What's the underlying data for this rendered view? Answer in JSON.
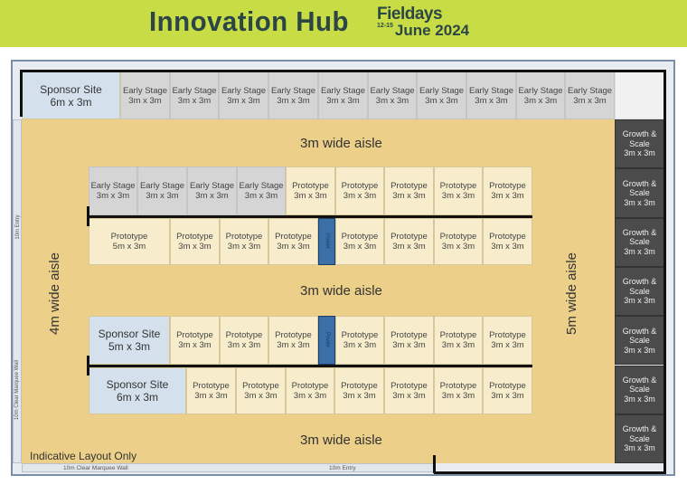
{
  "header": {
    "title": "Innovation Hub",
    "logo": {
      "brand": "Fieldays",
      "dates": "12-15",
      "month": "June 2024"
    }
  },
  "colors": {
    "header_bg": "#c8dc45",
    "floor": "#ecd08a",
    "early_stage": "#d5d5d5",
    "prototype": "#f7edcc",
    "sponsor": "#d4e1ec",
    "growth": "#4b4b4b",
    "power": "#3b6fa8"
  },
  "top_row": [
    {
      "type": "sponsor",
      "name": "Sponsor Site",
      "size": "6m x 3m"
    },
    {
      "type": "early",
      "name": "Early Stage",
      "size": "3m x 3m"
    },
    {
      "type": "early",
      "name": "Early Stage",
      "size": "3m x 3m"
    },
    {
      "type": "early",
      "name": "Early Stage",
      "size": "3m x 3m"
    },
    {
      "type": "early",
      "name": "Early Stage",
      "size": "3m x 3m"
    },
    {
      "type": "early",
      "name": "Early Stage",
      "size": "3m x 3m"
    },
    {
      "type": "early",
      "name": "Early Stage",
      "size": "3m x 3m"
    },
    {
      "type": "early",
      "name": "Early Stage",
      "size": "3m x 3m"
    },
    {
      "type": "early",
      "name": "Early Stage",
      "size": "3m x 3m"
    },
    {
      "type": "early",
      "name": "Early Stage",
      "size": "3m x 3m"
    },
    {
      "type": "early",
      "name": "Early Stage",
      "size": "3m x 3m"
    }
  ],
  "growth_column": [
    {
      "name": "Growth & Scale",
      "size": "3m x 3m"
    },
    {
      "name": "Growth & Scale",
      "size": "3m x 3m"
    },
    {
      "name": "Growth & Scale",
      "size": "3m x 3m"
    },
    {
      "name": "Growth & Scale",
      "size": "3m x 3m"
    },
    {
      "name": "Growth & Scale",
      "size": "3m x 3m"
    },
    {
      "name": "Growth & Scale",
      "size": "3m x 3m"
    },
    {
      "name": "Growth & Scale",
      "size": "3m x 3m"
    }
  ],
  "block1_row1": [
    {
      "type": "early",
      "name": "Early Stage",
      "size": "3m x 3m"
    },
    {
      "type": "early",
      "name": "Early Stage",
      "size": "3m x 3m"
    },
    {
      "type": "early",
      "name": "Early Stage",
      "size": "3m x 3m"
    },
    {
      "type": "early",
      "name": "Early Stage",
      "size": "3m x 3m"
    },
    {
      "type": "proto",
      "name": "Prototype",
      "size": "3m x 3m"
    },
    {
      "type": "proto",
      "name": "Prototype",
      "size": "3m x 3m"
    },
    {
      "type": "proto",
      "name": "Prototype",
      "size": "3m x 3m"
    },
    {
      "type": "proto",
      "name": "Prototype",
      "size": "3m x 3m"
    },
    {
      "type": "proto",
      "name": "Prototype",
      "size": "3m x 3m"
    }
  ],
  "block1_row2": [
    {
      "type": "proto",
      "name": "Prototype",
      "size": "5m x 3m"
    },
    {
      "type": "proto",
      "name": "Prototype",
      "size": "3m x 3m"
    },
    {
      "type": "proto",
      "name": "Prototype",
      "size": "3m x 3m"
    },
    {
      "type": "proto",
      "name": "Prototype",
      "size": "3m x 3m"
    },
    {
      "type": "power",
      "name": "Power",
      "size": ""
    },
    {
      "type": "proto",
      "name": "Prototype",
      "size": "3m x 3m"
    },
    {
      "type": "proto",
      "name": "Prototype",
      "size": "3m x 3m"
    },
    {
      "type": "proto",
      "name": "Prototype",
      "size": "3m x 3m"
    },
    {
      "type": "proto",
      "name": "Prototype",
      "size": "3m x 3m"
    }
  ],
  "block2_row1": [
    {
      "type": "sponsor",
      "name": "Sponsor Site",
      "size": "5m x 3m"
    },
    {
      "type": "proto",
      "name": "Prototype",
      "size": "3m x 3m"
    },
    {
      "type": "proto",
      "name": "Prototype",
      "size": "3m x 3m"
    },
    {
      "type": "proto",
      "name": "Prototype",
      "size": "3m x 3m"
    },
    {
      "type": "power",
      "name": "Power",
      "size": ""
    },
    {
      "type": "proto",
      "name": "Prototype",
      "size": "3m x 3m"
    },
    {
      "type": "proto",
      "name": "Prototype",
      "size": "3m x 3m"
    },
    {
      "type": "proto",
      "name": "Prototype",
      "size": "3m x 3m"
    },
    {
      "type": "proto",
      "name": "Prototype",
      "size": "3m x 3m"
    }
  ],
  "block2_row2": [
    {
      "type": "sponsor",
      "name": "Sponsor Site",
      "size": "6m x 3m"
    },
    {
      "type": "proto",
      "name": "Prototype",
      "size": "3m x 3m"
    },
    {
      "type": "proto",
      "name": "Prototype",
      "size": "3m x 3m"
    },
    {
      "type": "proto",
      "name": "Prototype",
      "size": "3m x 3m"
    },
    {
      "type": "proto",
      "name": "Prototype",
      "size": "3m x 3m"
    },
    {
      "type": "proto",
      "name": "Prototype",
      "size": "3m x 3m"
    },
    {
      "type": "proto",
      "name": "Prototype",
      "size": "3m x 3m"
    },
    {
      "type": "proto",
      "name": "Prototype",
      "size": "3m x 3m"
    }
  ],
  "aisles": {
    "top": "3m wide aisle",
    "middle": "3m wide aisle",
    "bottom": "3m wide aisle",
    "left": "4m wide aisle",
    "right": "5m wide aisle"
  },
  "walls": {
    "left_entry": "10m Entry",
    "left_wall": "10m Clear Marquee Wall",
    "bottom_wall": "10m Clear Marquee Wall",
    "bottom_entry": "10m Entry"
  },
  "note": "Indicative Layout Only"
}
